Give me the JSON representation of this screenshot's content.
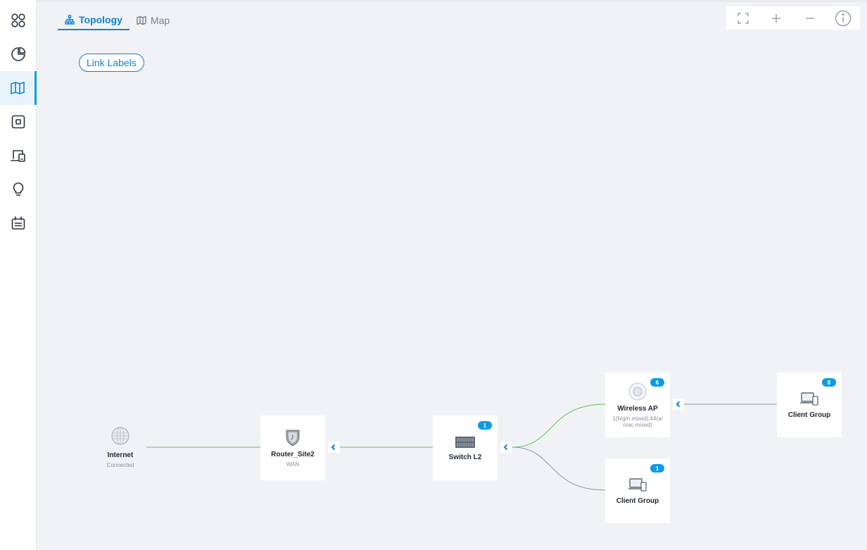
{
  "sidebar": {
    "items": [
      {
        "icon": "dashboard-icon",
        "active": false
      },
      {
        "icon": "statistics-icon",
        "active": false
      },
      {
        "icon": "map-icon",
        "active": true
      },
      {
        "icon": "devices-icon",
        "active": false
      },
      {
        "icon": "clients-icon",
        "active": false
      },
      {
        "icon": "insight-icon",
        "active": false
      },
      {
        "icon": "log-icon",
        "active": false
      }
    ]
  },
  "tabs": [
    {
      "label": "Topology",
      "icon": "topology-icon",
      "active": true
    },
    {
      "label": "Map",
      "icon": "map-icon",
      "active": false
    }
  ],
  "link_labels_button": "Link Labels",
  "toolbar": [
    "fullscreen-icon",
    "zoom-in-icon",
    "zoom-out-icon",
    "info-icon"
  ],
  "topology": {
    "internet": {
      "name": "Internet",
      "status": "Connected"
    },
    "router": {
      "name": "Router_Site2",
      "sub": "WAN"
    },
    "switch": {
      "name": "Switch L2",
      "badge": "1"
    },
    "wireless_ap": {
      "name": "Wireless AP",
      "badge": "6",
      "sub_line1": "1(b/g/n mixed),44(a/",
      "sub_line2": "n/ac mixed)"
    },
    "client_group_wireless": {
      "name": "Client Group",
      "badge": "8"
    },
    "client_group_wired": {
      "name": "Client Group",
      "badge": "1"
    }
  },
  "colors": {
    "accent": "#0a84d8",
    "link_up": "#5cc15c",
    "link_neutral": "#8c9096",
    "badge": "#0a9ce8"
  }
}
